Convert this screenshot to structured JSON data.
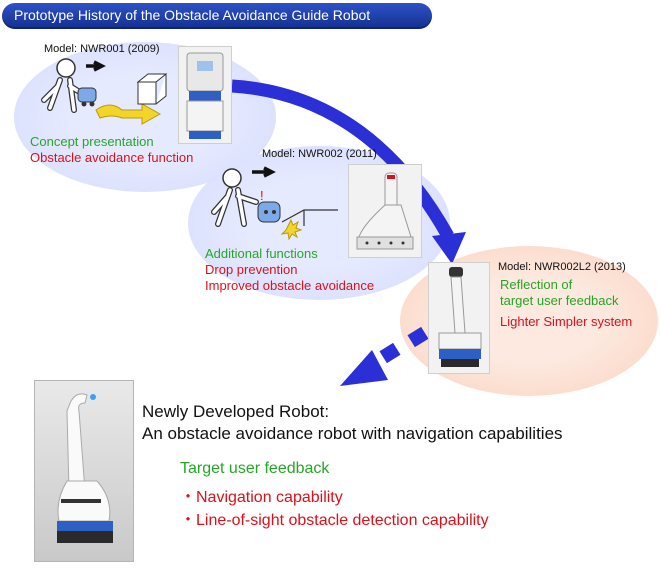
{
  "title": "Prototype History of the Obstacle Avoidance Guide Robot",
  "stage1": {
    "model": "Model: NWR001 (2009)",
    "line1": "Concept presentation",
    "line2": "Obstacle avoidance function"
  },
  "stage2": {
    "model": "Model: NWR002 (2011)",
    "line1": "Additional functions",
    "line2": "Drop prevention",
    "line3": "Improved obstacle avoidance"
  },
  "stage3": {
    "model": "Model: NWR002L2 (2013)",
    "line1": "Reflection of",
    "line2": "target user feedback",
    "line3": "Lighter Simpler system"
  },
  "new_robot": {
    "heading1": "Newly Developed Robot:",
    "heading2": "An obstacle avoidance robot with navigation capabilities",
    "feedback": "Target user feedback",
    "item1": "・Navigation capability",
    "item2": "・Line-of-sight obstacle detection capability"
  },
  "colors": {
    "header_blue": "#1e3fae",
    "arrow_blue": "#2a2fd6",
    "green": "#27a527",
    "red": "#d9111b"
  },
  "icons": {
    "exclamation": "!"
  }
}
